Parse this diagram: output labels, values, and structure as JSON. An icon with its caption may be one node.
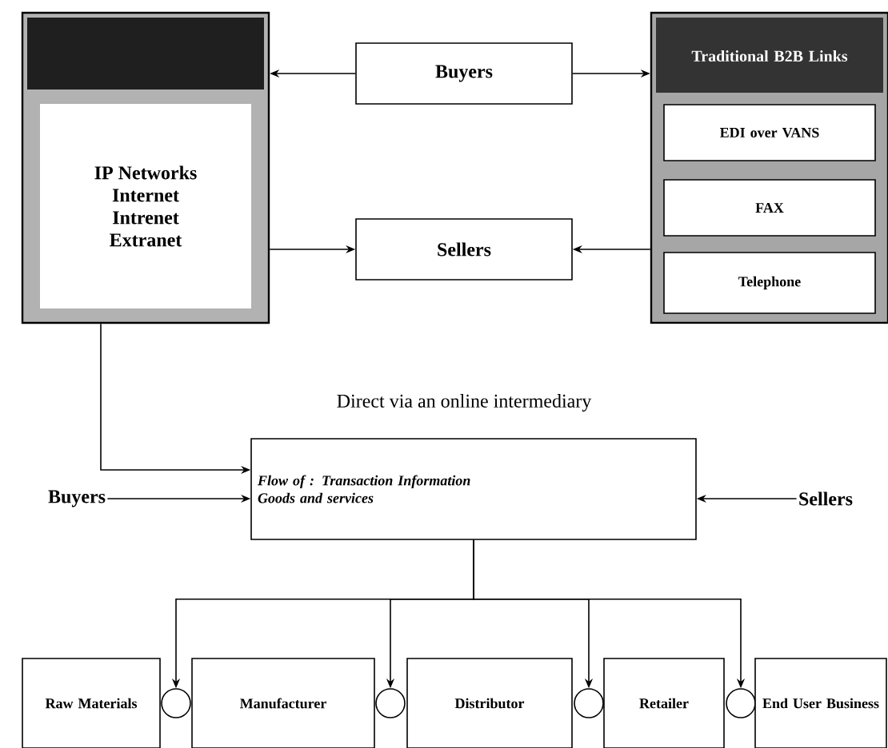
{
  "diagram": {
    "nodes": [
      {
        "text": [
          "IP Networks",
          "Internet",
          "Intrenet",
          "Extranet"
        ]
      },
      {
        "text": [
          "Buyers"
        ]
      },
      {
        "text": [
          "Sellers"
        ]
      },
      {
        "text": [
          "Traditional B2B Links"
        ]
      },
      {
        "text": [
          "EDI over VANS"
        ],
        "in": 3
      },
      {
        "text": [
          "FAX"
        ],
        "in": 3
      },
      {
        "text": [
          "Telephone"
        ],
        "in": 3
      },
      {
        "text": [
          "Flow of : Transaction Information",
          "Goods and services"
        ]
      },
      {
        "text": [
          "Buyers"
        ]
      },
      {
        "text": [
          "Sellers"
        ]
      },
      {
        "text": [
          "Raw Materials"
        ]
      },
      {
        "text": [],
        "shape": "circle"
      },
      {
        "text": [
          "Manufacturer"
        ]
      },
      {
        "text": [],
        "shape": "circle"
      },
      {
        "text": [
          "Distributor"
        ]
      },
      {
        "text": [],
        "shape": "circle"
      },
      {
        "text": [
          "Retailer"
        ]
      },
      {
        "text": [],
        "shape": "circle"
      },
      {
        "text": [
          "End User Business"
        ]
      }
    ],
    "edges": [
      {
        "from": 1,
        "to": 0,
        "arrow": "to"
      },
      {
        "from": 1,
        "to": 3,
        "arrow": "to"
      },
      {
        "from": 0,
        "to": 2,
        "arrow": "to"
      },
      {
        "from": 3,
        "to": 2,
        "arrow": "to"
      },
      {
        "from": 0,
        "to": 7,
        "arrow": "to"
      },
      {
        "from": 8,
        "to": 7,
        "arrow": "to"
      },
      {
        "from": 9,
        "to": 7,
        "arrow": "to"
      },
      {
        "from": 7,
        "to": 11,
        "arrow": "to"
      },
      {
        "from": 7,
        "to": 13,
        "arrow": "to"
      },
      {
        "from": 7,
        "to": 15,
        "arrow": "to"
      },
      {
        "from": 7,
        "to": 17,
        "arrow": "to"
      }
    ],
    "labels": [
      "Direct via an online intermediary"
    ]
  }
}
